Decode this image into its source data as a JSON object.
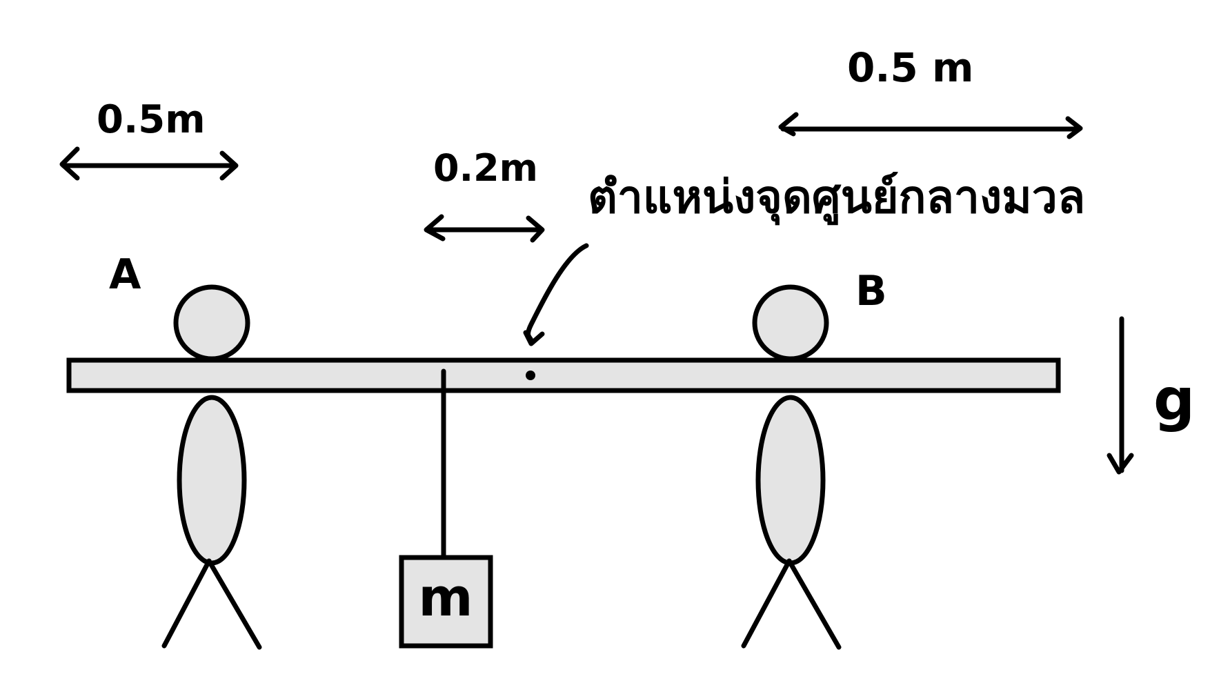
{
  "labels": {
    "dim_left": "0.5m",
    "dim_mid": "0.2m",
    "dim_right": "0.5 m",
    "center_of_mass_note": "ตำแหน่งจุดศูนย์กลางมวล",
    "person_a": "A",
    "person_b": "B",
    "mass": "m",
    "gravity": "g"
  },
  "colors": {
    "ink": "#000000",
    "fill": "#e4e4e4",
    "background": "#ffffff"
  }
}
